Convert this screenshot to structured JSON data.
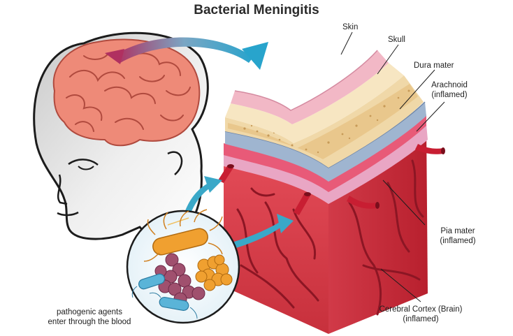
{
  "title": "Bacterial Meningitis",
  "labels": {
    "skin": "Skin",
    "skull": "Skull",
    "dura": "Dura mater",
    "arachnoid_1": "Arachnoid",
    "arachnoid_2": "(inflamed)",
    "pia_1": "Pia mater",
    "pia_2": "(inflamed)",
    "cortex_1": "Cerebral Cortex (Brain)",
    "cortex_2": "(inflamed)",
    "pathogen_1": "pathogenic agents",
    "pathogen_2": "enter through the blood"
  },
  "colors": {
    "skin_layer": "#f2b8c6",
    "skull_layer": "#f0d8a8",
    "dura_layer": "#9fb5d0",
    "arachnoid_layer": "#e85a78",
    "cortex": "#d4323e",
    "brain": "#ee8a78",
    "arrow": "#3aa8c8",
    "bacteria_orange": "#f0a030",
    "bacteria_purple": "#a0506e",
    "bacteria_blue": "#5ab4d8"
  }
}
